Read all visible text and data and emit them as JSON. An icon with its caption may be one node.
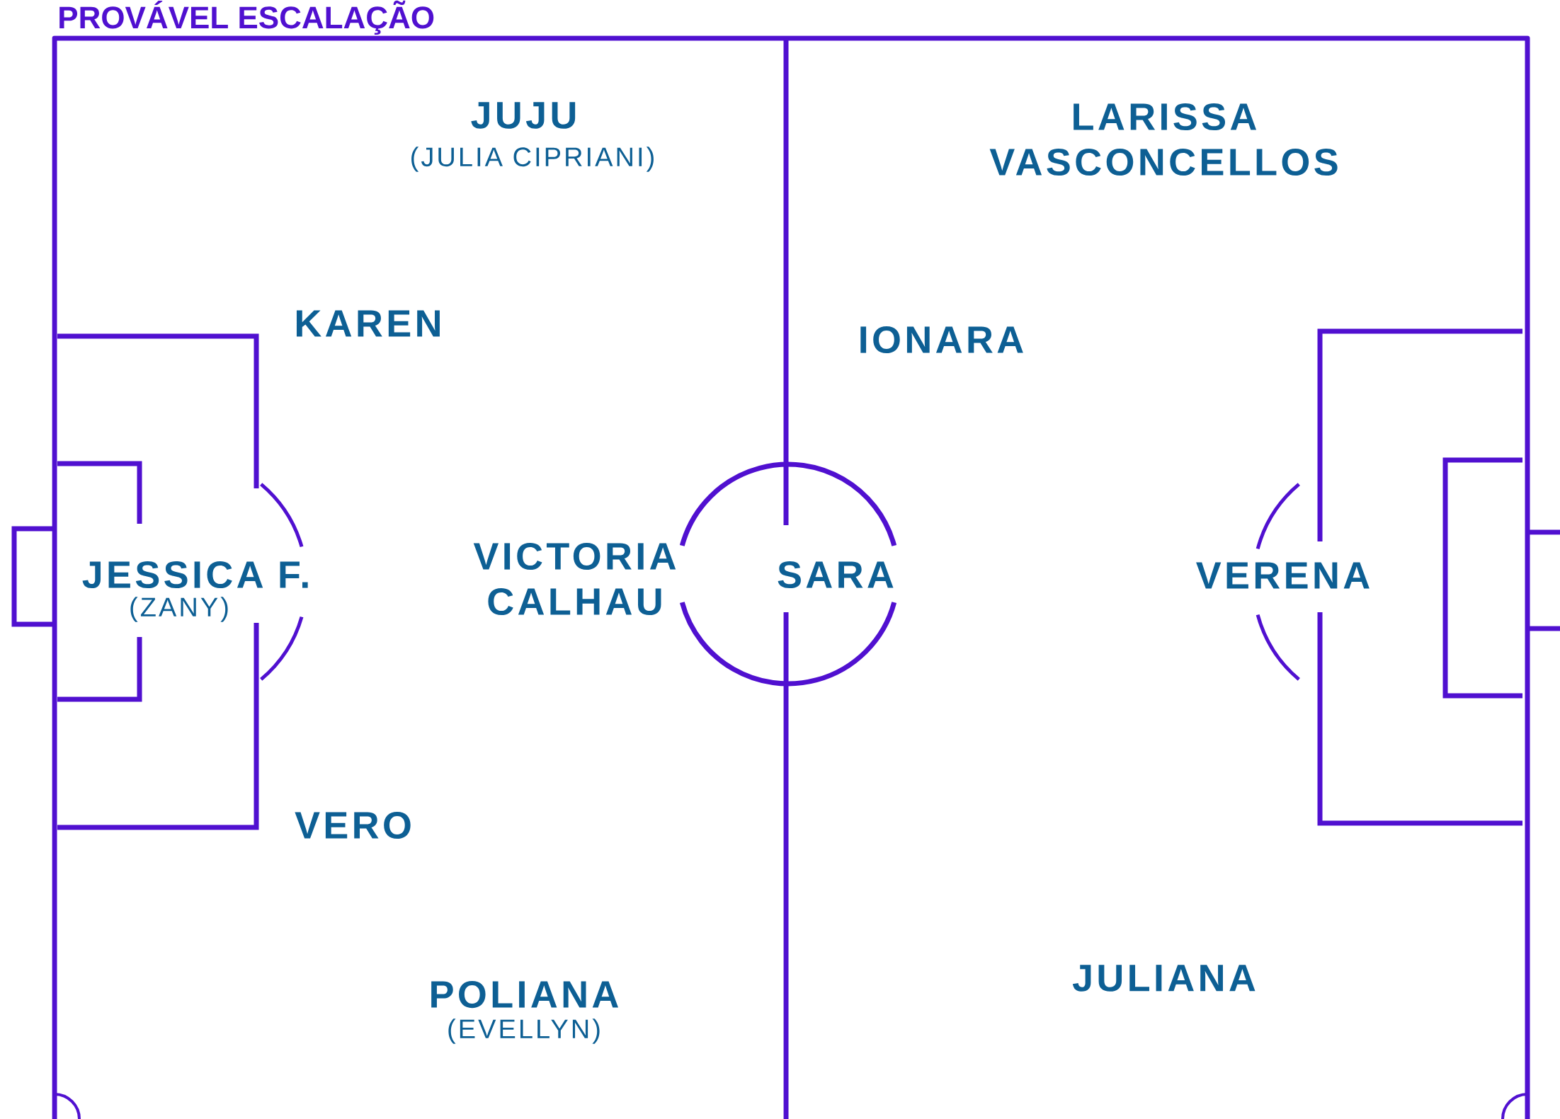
{
  "diagram": {
    "title": "PROVÁVEL ESCALAÇÃO",
    "labels": [
      "JUJU",
      "(JULIA CIPRIANI)",
      "LARISSA VASCONCELLOS",
      "KAREN",
      "IONARA",
      "JESSICA F.",
      "(ZANY)",
      "VICTORIA CALHAU",
      "SARA",
      "VERENA",
      "VERO",
      "POLIANA",
      "(EVELLYN)",
      "JULIANA"
    ]
  }
}
